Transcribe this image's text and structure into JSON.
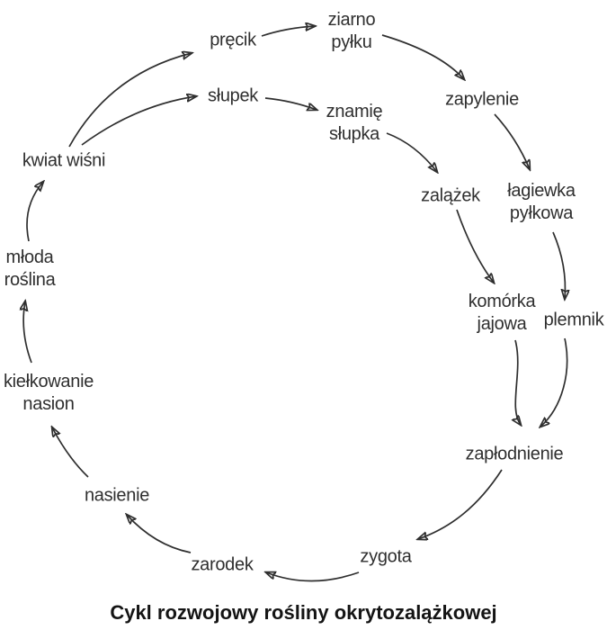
{
  "diagram": {
    "type": "cycle",
    "caption": "Cykl rozwojowy rośliny okrytozalążkowej",
    "text_color": "#2f2f2f",
    "arrow_color": "#2f2f2f",
    "caption_color": "#141414",
    "background_color": "#ffffff",
    "nodes": [
      {
        "id": "kwiat-wisni",
        "label": "kwiat wiśni"
      },
      {
        "id": "precik",
        "label": "pręcik"
      },
      {
        "id": "ziarno-pylku",
        "label": "ziarno\npyłku"
      },
      {
        "id": "slupek",
        "label": "słupek"
      },
      {
        "id": "znamie-slupka",
        "label": "znamię\nsłupka"
      },
      {
        "id": "zapylenie",
        "label": "zapylenie"
      },
      {
        "id": "zalazek",
        "label": "zalążek"
      },
      {
        "id": "lagiewka-pylkowa",
        "label": "łagiewka\npyłkowa"
      },
      {
        "id": "komorka-jajowa",
        "label": "komórka\njajowa"
      },
      {
        "id": "plemnik",
        "label": "plemnik"
      },
      {
        "id": "zaplodnienie",
        "label": "zapłodnienie"
      },
      {
        "id": "zygota",
        "label": "zygota"
      },
      {
        "id": "zarodek",
        "label": "zarodek"
      },
      {
        "id": "nasienie",
        "label": "nasienie"
      },
      {
        "id": "kielkowanie-nasion",
        "label": "kiełkowanie\nnasion"
      },
      {
        "id": "mloda-roslina",
        "label": "młoda\nroślina"
      }
    ],
    "edges": [
      {
        "from": "kwiat wiśni",
        "to": "pręcik"
      },
      {
        "from": "kwiat wiśni",
        "to": "słupek"
      },
      {
        "from": "pręcik",
        "to": "ziarno pyłku"
      },
      {
        "from": "ziarno pyłku",
        "to": "zapylenie"
      },
      {
        "from": "słupek",
        "to": "znamię słupka"
      },
      {
        "from": "znamię słupka",
        "to": "zalążek"
      },
      {
        "from": "zapylenie",
        "to": "łagiewka pyłkowa"
      },
      {
        "from": "zalążek",
        "to": "komórka jajowa"
      },
      {
        "from": "łagiewka pyłkowa",
        "to": "plemnik"
      },
      {
        "from": "komórka jajowa",
        "to": "zapłodnienie"
      },
      {
        "from": "plemnik",
        "to": "zapłodnienie"
      },
      {
        "from": "zapłodnienie",
        "to": "zygota"
      },
      {
        "from": "zygota",
        "to": "zarodek"
      },
      {
        "from": "zarodek",
        "to": "nasienie"
      },
      {
        "from": "nasienie",
        "to": "kiełkowanie nasion"
      },
      {
        "from": "kiełkowanie nasion",
        "to": "młoda roślina"
      },
      {
        "from": "młoda roślina",
        "to": "kwiat wiśni"
      }
    ]
  }
}
